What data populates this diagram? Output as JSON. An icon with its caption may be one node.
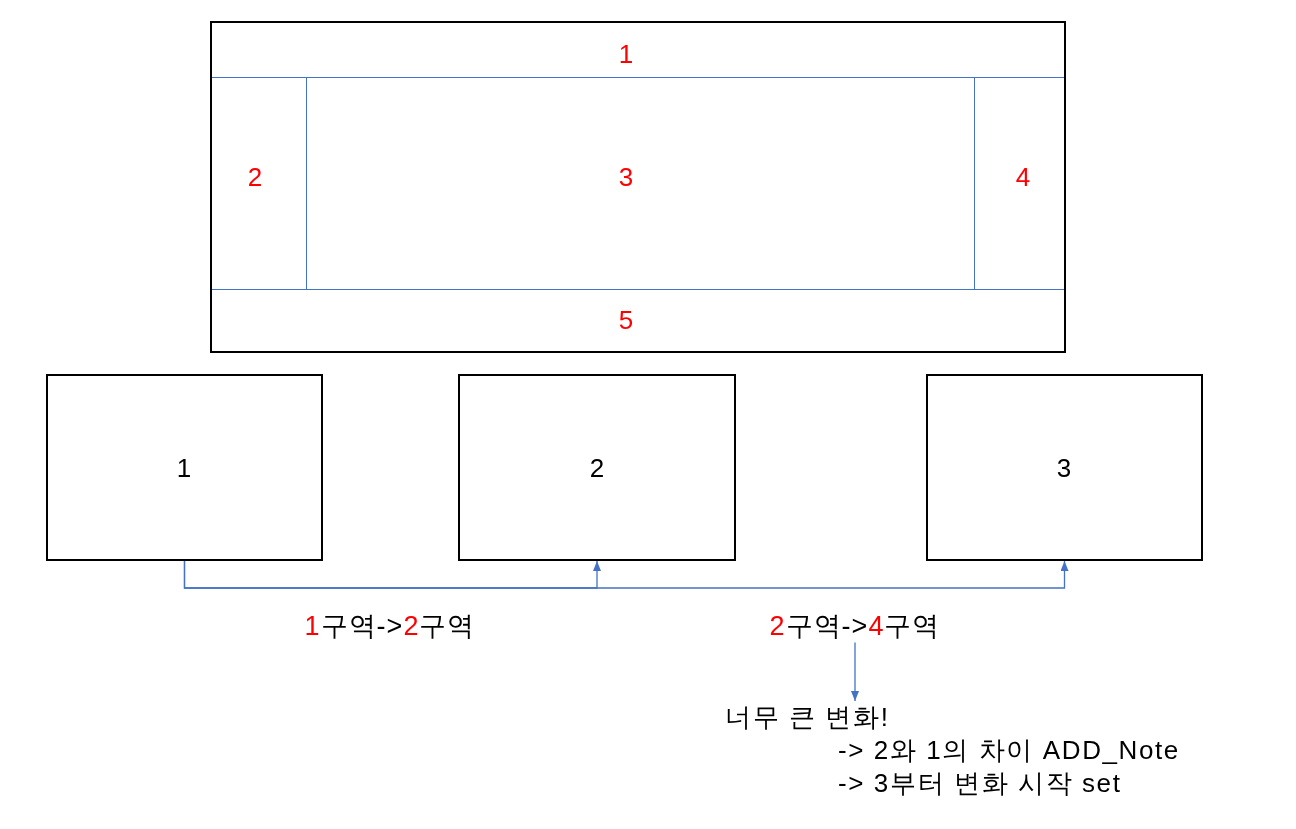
{
  "diagram": {
    "nodes": [
      {
        "text": [],
        "shape": "box"
      },
      {
        "text": [
          "1"
        ],
        "in": 0
      },
      {
        "text": [
          "2"
        ],
        "in": 0
      },
      {
        "text": [
          "3"
        ],
        "in": 0
      },
      {
        "text": [
          "4"
        ],
        "in": 0
      },
      {
        "text": [
          "5"
        ],
        "in": 0
      },
      {
        "text": [
          "1"
        ]
      },
      {
        "text": [
          "2"
        ]
      },
      {
        "text": [
          "3"
        ]
      },
      {
        "text": [
          "2구역->4구역"
        ]
      },
      {
        "text": [
          "너무 큰 변화!",
          "-> 2와 1의 차이 ADD_Note",
          "-> 3부터 변화 시작 set"
        ]
      }
    ],
    "edges": [
      {
        "from": 6,
        "to": 7,
        "arrow": "to",
        "label": "1구역->2구역"
      },
      {
        "from": 6,
        "to": 8,
        "arrow": "to"
      },
      {
        "from": 9,
        "to": 10,
        "arrow": "to"
      }
    ]
  }
}
